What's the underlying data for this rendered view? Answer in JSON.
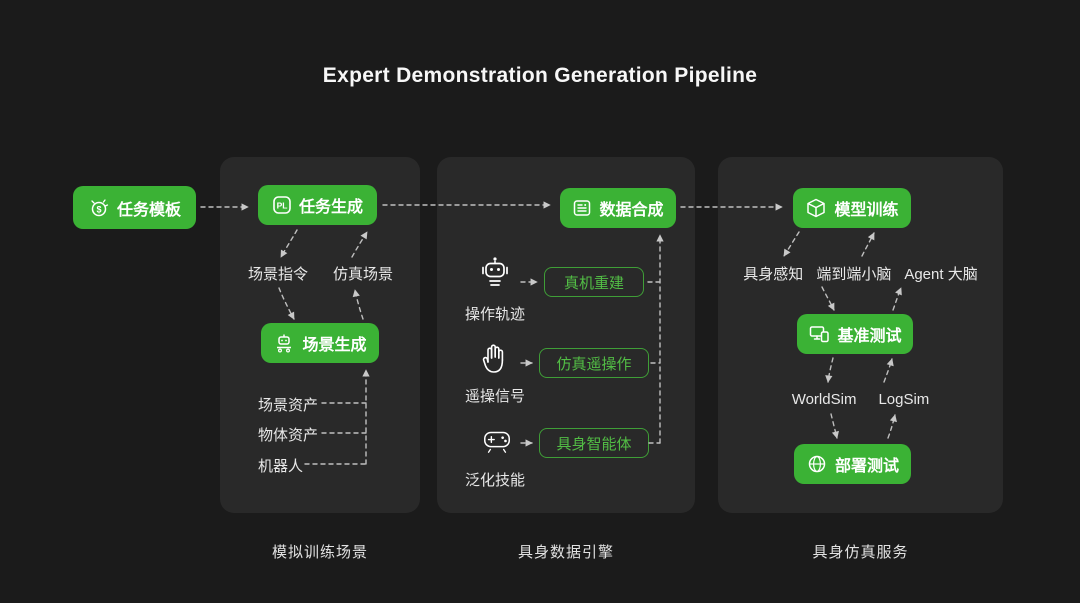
{
  "title": "Expert Demonstration Generation Pipeline",
  "colors": {
    "accent_green": "#3bb235",
    "panel_bg": "#292929",
    "page_bg": "#1b1b1b"
  },
  "source": {
    "label": "任务模板",
    "icon_symbol": "$"
  },
  "panel1": {
    "caption": "模拟训练场景",
    "task_generation": "任务生成",
    "pl_badge": "PL",
    "scene_command": "场景指令",
    "sim_scene": "仿真场景",
    "scene_generation": "场景生成",
    "assets": [
      "场景资产",
      "物体资产",
      "机器人"
    ]
  },
  "panel2": {
    "caption": "具身数据引擎",
    "data_synthesis": "数据合成",
    "rows": [
      {
        "source_label": "操作轨迹",
        "target": "真机重建"
      },
      {
        "source_label": "遥操信号",
        "target": "仿真遥操作"
      },
      {
        "source_label": "泛化技能",
        "target": "具身智能体"
      }
    ]
  },
  "panel3": {
    "caption": "具身仿真服务",
    "model_training": "模型训练",
    "brain_labels": [
      "具身感知",
      "端到端小脑",
      "Agent 大脑"
    ],
    "benchmark": "基准测试",
    "sim_labels": [
      "WorldSim",
      "LogSim"
    ],
    "deployment": "部署测试"
  }
}
